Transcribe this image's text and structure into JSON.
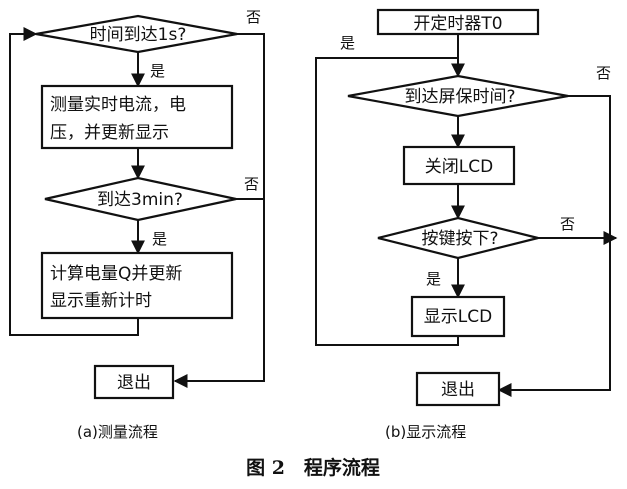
{
  "diagram_a": {
    "decision_1s": "时间到达1s?",
    "measure_1": "测量实时电流，电",
    "measure_2": "压，并更新显示",
    "decision_3min": "到达3min?",
    "calc_1": "计算电量Q并更新",
    "calc_2": "显示重新计时",
    "exit": "退出",
    "yes_1": "是",
    "no_1": "否",
    "yes_2": "是",
    "no_2": "否",
    "caption": "(a)测量流程"
  },
  "diagram_b": {
    "start_timer": "开定时器T0",
    "decision_screensaver": "到达屏保时间?",
    "close_lcd": "关闭LCD",
    "decision_key": "按键按下?",
    "show_lcd": "显示LCD",
    "exit": "退出",
    "yes_loop": "是",
    "no_1": "否",
    "no_2": "否",
    "yes_2": "是",
    "caption": "(b)显示流程"
  },
  "figure_title": "图 2　程序流程"
}
